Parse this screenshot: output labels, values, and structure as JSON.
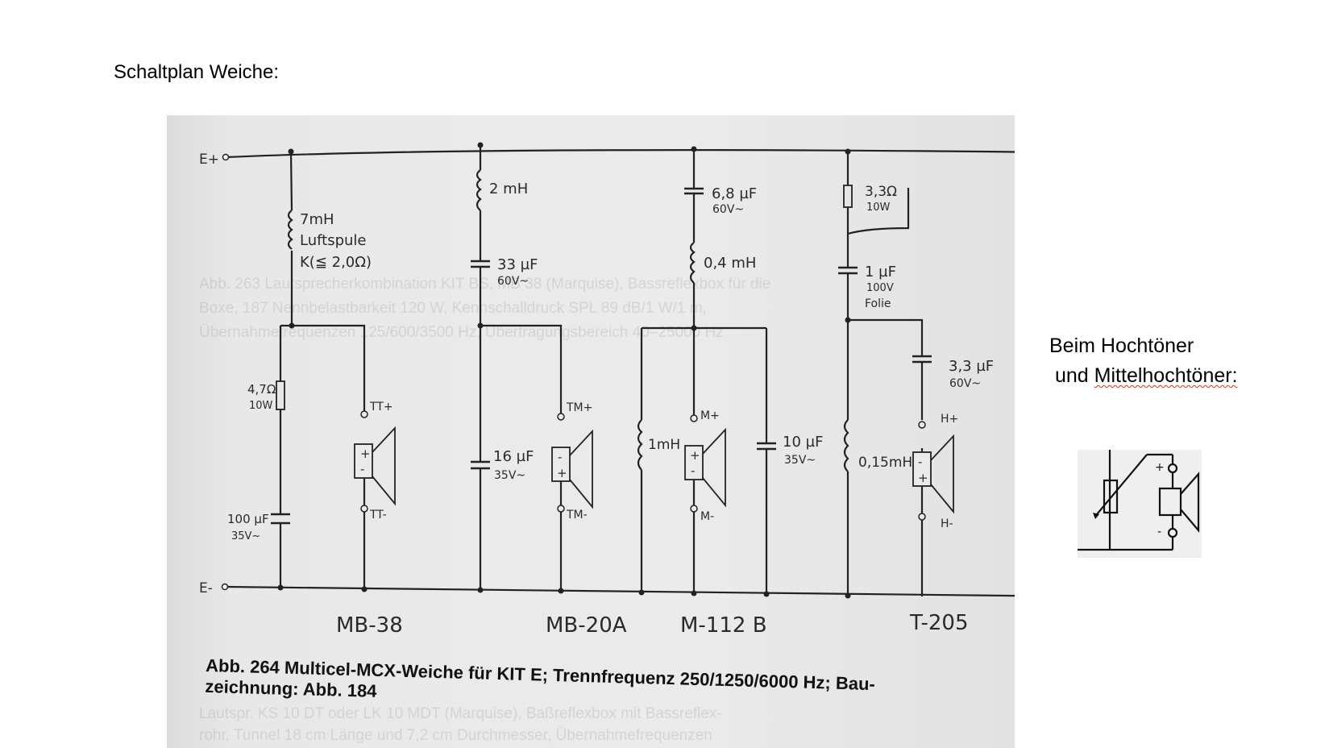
{
  "page": {
    "title": "Schaltplan Weiche:"
  },
  "schematic": {
    "terminals": {
      "plus": "E+",
      "minus": "E-"
    },
    "components": {
      "L_7mH": [
        "7mH",
        "Luftspule",
        "K(≦ 2,0Ω)"
      ],
      "R_4_7": [
        "4,7Ω",
        "10W"
      ],
      "C_100": [
        "100 µF",
        "35V~"
      ],
      "L_2mH": "2 mH",
      "C_33": [
        "33 µF",
        "60V~"
      ],
      "C_16": [
        "16 µF",
        "35V~"
      ],
      "C_6_8": [
        "6,8 µF",
        "60V~"
      ],
      "L_0_4": "0,4 mH",
      "L_1mH": "1mH",
      "C_10": [
        "10 µF",
        "35V~"
      ],
      "R_3_3": [
        "3,3Ω",
        "10W"
      ],
      "C_1": [
        "1 µF",
        "100V",
        "Folie"
      ],
      "C_3_3": [
        "3,3 µF",
        "60V~"
      ],
      "L_0_15": "0,15mH"
    },
    "drivers": [
      {
        "name": "MB-38",
        "plus": "TT+",
        "minus": "TT-",
        "signs": [
          "+",
          "-"
        ]
      },
      {
        "name": "MB-20A",
        "plus": "TM+",
        "minus": "TM-",
        "signs": [
          "-",
          "+"
        ]
      },
      {
        "name": "M-112 B",
        "plus": "M+",
        "minus": "M-",
        "signs": [
          "+",
          "-"
        ]
      },
      {
        "name": "T-205",
        "plus": "H+",
        "minus": "H-",
        "signs": [
          "-",
          "+"
        ]
      }
    ],
    "caption": [
      "Abb. 264 Multicel-MCX-Weiche für KIT E; Trennfrequenz 250/1250/6000 Hz; Bau-",
      "zeichnung: Abb. 184"
    ]
  },
  "side_note": {
    "line1": "Beim Hochtöner",
    "line2_a": "und ",
    "line2_b": "Mittelhochtöner:"
  },
  "symbol": {
    "plus": "+",
    "minus": "-"
  },
  "colors": {
    "photo_paper": "#e9e9e9",
    "ink": "#222222",
    "symbol_bg": "#efefef"
  }
}
